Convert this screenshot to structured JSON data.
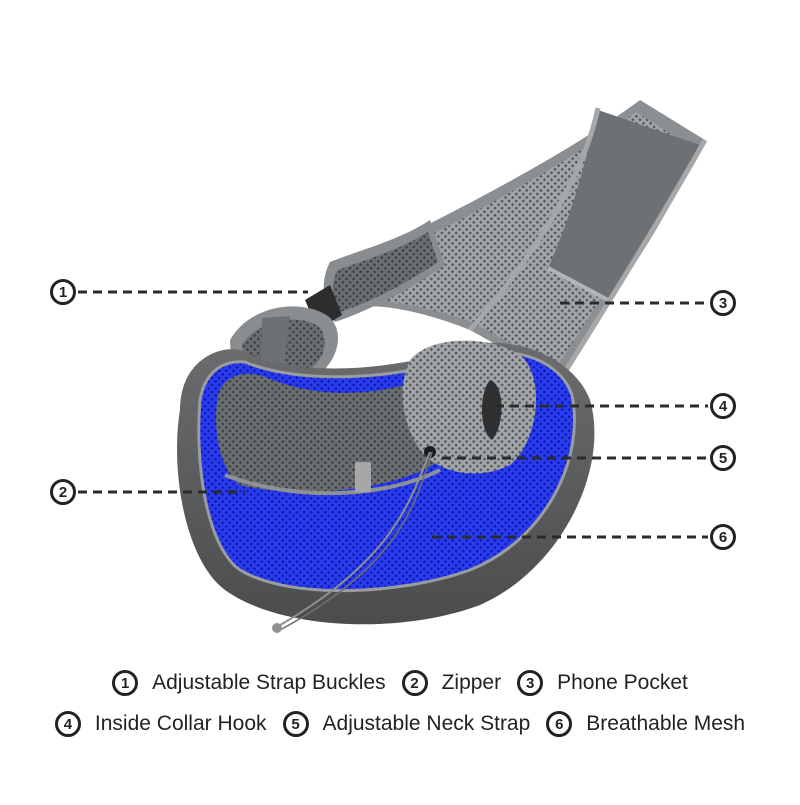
{
  "diagram": {
    "subject": "Pet sling carrier",
    "colors": {
      "accent_mesh": "#1f2fe0",
      "strap_gray": "#6f7275",
      "mesh_gray": "#5e6163",
      "trim_gray": "#9a9c9e",
      "base_dark": "#555759",
      "callout_line": "#2b2b2b"
    },
    "callouts": [
      {
        "num": "1",
        "label": "Adjustable Strap Buckles"
      },
      {
        "num": "2",
        "label": "Zipper"
      },
      {
        "num": "3",
        "label": "Phone Pocket"
      },
      {
        "num": "4",
        "label": "Inside Collar Hook"
      },
      {
        "num": "5",
        "label": "Adjustable Neck Strap"
      },
      {
        "num": "6",
        "label": "Breathable Mesh"
      }
    ],
    "legend_rows": [
      [
        {
          "num": "1",
          "label": "Adjustable Strap Buckles"
        },
        {
          "num": "2",
          "label": "Zipper"
        },
        {
          "num": "3",
          "label": "Phone Pocket"
        }
      ],
      [
        {
          "num": "4",
          "label": "Inside Collar Hook"
        },
        {
          "num": "5",
          "label": "Adjustable Neck Strap"
        },
        {
          "num": "6",
          "label": "Breathable Mesh"
        }
      ]
    ]
  }
}
